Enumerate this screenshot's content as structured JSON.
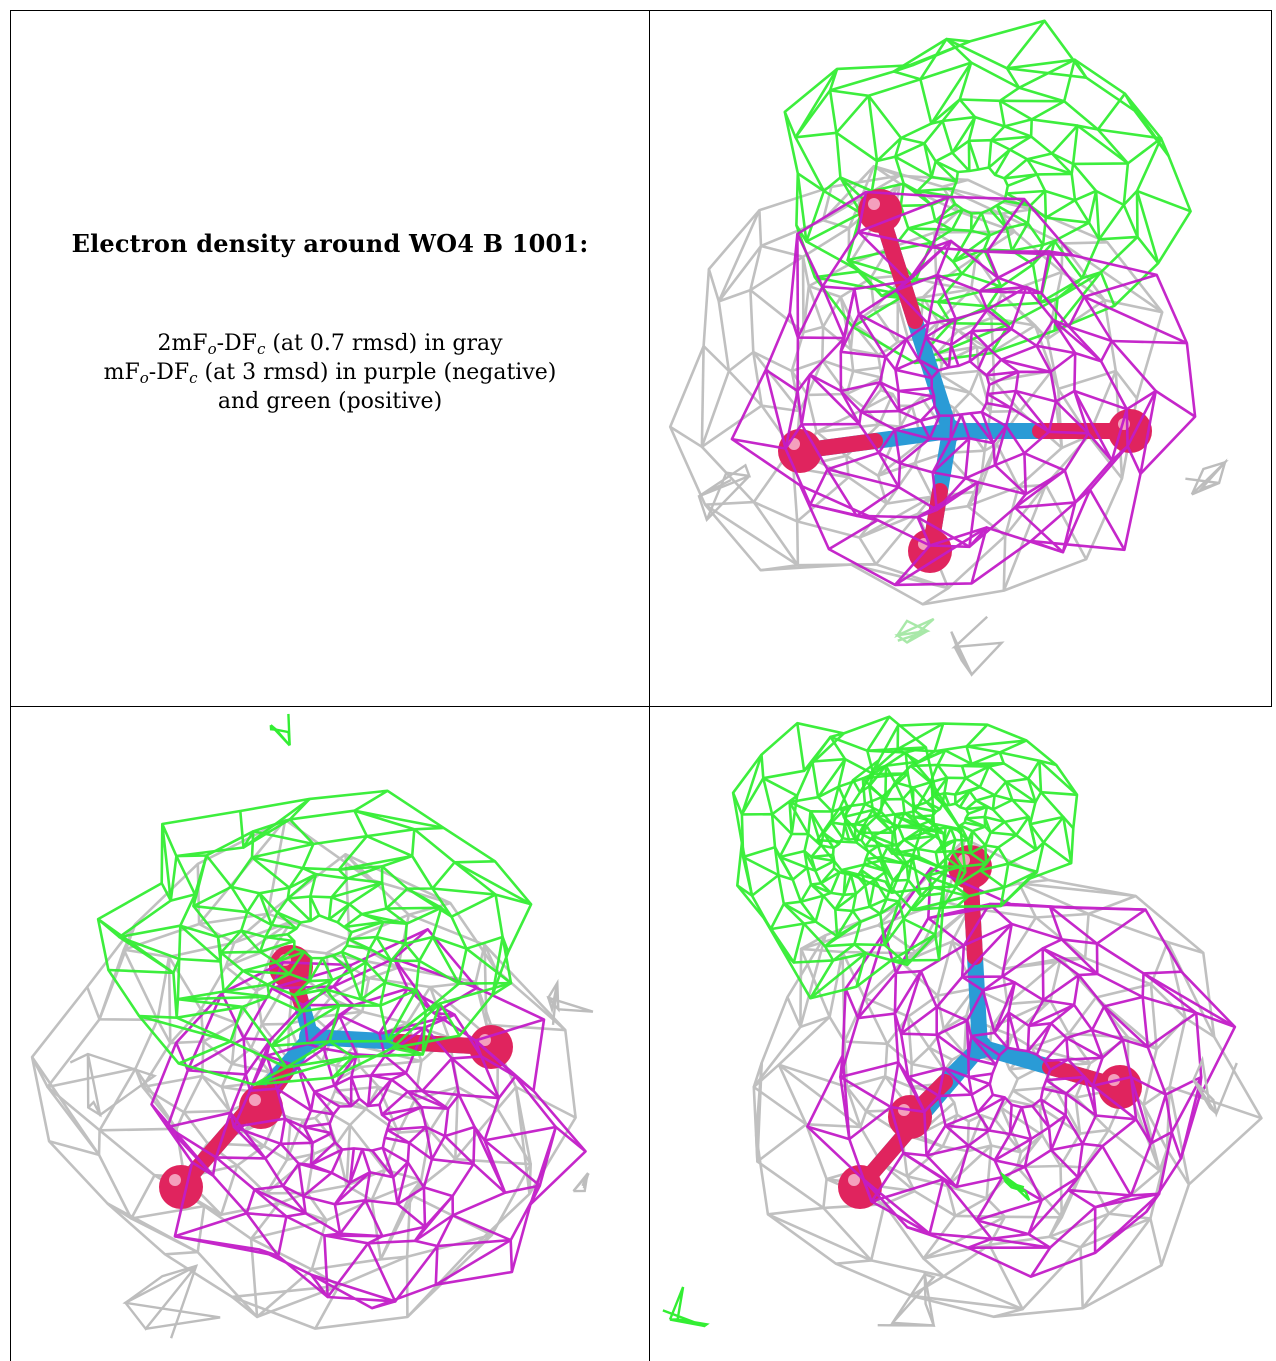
{
  "caption": {
    "title": "Electron density around WO4 B 1001:",
    "lines": [
      {
        "pre": "2mF",
        "sub1": "o",
        "mid": "-DF",
        "sub2": "c",
        "post": " (at 0.7 rmsd) in gray"
      },
      {
        "pre": "mF",
        "sub1": "o",
        "mid": "-DF",
        "sub2": "c",
        "post": " (at 3 rmsd) in purple (negative)"
      },
      {
        "pre": "and green (positive)",
        "sub1": "",
        "mid": "",
        "sub2": "",
        "post": ""
      }
    ]
  },
  "colors": {
    "mesh_2fofc": "#bdbdbd",
    "mesh_negative": "#c21cc8",
    "mesh_positive": "#33ee33",
    "tungsten_bond": "#2a9bd6",
    "oxygen_atom": "#e0245e",
    "grid_line": "#000000"
  },
  "views": [
    {
      "id": "view-1",
      "orientation": "top-right"
    },
    {
      "id": "view-2",
      "orientation": "bottom-left"
    },
    {
      "id": "view-3",
      "orientation": "bottom-right"
    }
  ]
}
